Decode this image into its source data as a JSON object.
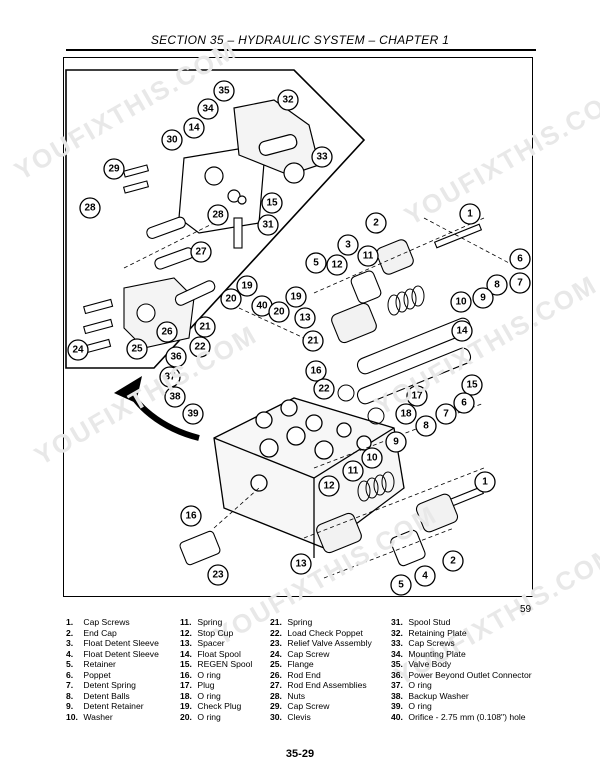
{
  "header": {
    "title": "SECTION 35 – HYDRAULIC SYSTEM – CHAPTER 1"
  },
  "figure": {
    "number": "59",
    "callouts": [
      "35",
      "32",
      "34",
      "14",
      "30",
      "33",
      "29",
      "15",
      "28",
      "31",
      "27",
      "26",
      "25",
      "24",
      "2",
      "1",
      "3",
      "12",
      "11",
      "6",
      "5",
      "8",
      "7",
      "10",
      "9",
      "19",
      "20",
      "40",
      "19",
      "20",
      "21",
      "13",
      "14",
      "21",
      "22",
      "36",
      "37",
      "38",
      "39",
      "16",
      "22",
      "15",
      "17",
      "18",
      "7",
      "6",
      "8",
      "9",
      "10",
      "11",
      "12",
      "16",
      "23",
      "13",
      "4",
      "5",
      "2"
    ],
    "watermark": "YOUFIXTHIS.COM"
  },
  "legend": {
    "columns": [
      [
        {
          "n": "1.",
          "t": "Cap Screws"
        },
        {
          "n": "2.",
          "t": "End Cap"
        },
        {
          "n": "3.",
          "t": "Float Detent Sleeve"
        },
        {
          "n": "4.",
          "t": "Float Detent Sleeve"
        },
        {
          "n": "5.",
          "t": "Retainer"
        },
        {
          "n": "6.",
          "t": "Poppet"
        },
        {
          "n": "7.",
          "t": "Detent Spring"
        },
        {
          "n": "8.",
          "t": "Detent Balls"
        },
        {
          "n": "9.",
          "t": "Detent Retainer"
        },
        {
          "n": "10.",
          "t": "Washer"
        }
      ],
      [
        {
          "n": "11.",
          "t": "Spring"
        },
        {
          "n": "12.",
          "t": "Stop Cup"
        },
        {
          "n": "13.",
          "t": "Spacer"
        },
        {
          "n": "14.",
          "t": "Float Spool"
        },
        {
          "n": "15.",
          "t": "REGEN Spool"
        },
        {
          "n": "16.",
          "t": "O ring"
        },
        {
          "n": "17.",
          "t": "Plug"
        },
        {
          "n": "18.",
          "t": "O ring"
        },
        {
          "n": "19.",
          "t": "Check Plug"
        },
        {
          "n": "20.",
          "t": "O ring"
        }
      ],
      [
        {
          "n": "21.",
          "t": "Spring"
        },
        {
          "n": "22.",
          "t": "Load Check Poppet"
        },
        {
          "n": "23.",
          "t": "Relief Valve Assembly"
        },
        {
          "n": "24.",
          "t": "Cap Screw"
        },
        {
          "n": "25.",
          "t": "Flange"
        },
        {
          "n": "26.",
          "t": "Rod End"
        },
        {
          "n": "27.",
          "t": "Rod End Assemblies"
        },
        {
          "n": "28.",
          "t": "Nuts"
        },
        {
          "n": "29.",
          "t": "Cap Screw"
        },
        {
          "n": "30.",
          "t": "Clevis"
        }
      ],
      [
        {
          "n": "31.",
          "t": "Spool Stud"
        },
        {
          "n": "32.",
          "t": "Retaining Plate"
        },
        {
          "n": "33.",
          "t": "Cap Screws"
        },
        {
          "n": "34.",
          "t": "Mounting Plate"
        },
        {
          "n": "35.",
          "t": "Valve Body"
        },
        {
          "n": "36.",
          "t": "Power Beyond Outlet Connector"
        },
        {
          "n": "37.",
          "t": "O ring"
        },
        {
          "n": "38.",
          "t": "Backup Washer"
        },
        {
          "n": "39.",
          "t": "O ring"
        },
        {
          "n": "40.",
          "t": "Orifice - 2.75 mm (0.108\") hole"
        }
      ]
    ]
  },
  "footer": {
    "page": "35-29"
  }
}
